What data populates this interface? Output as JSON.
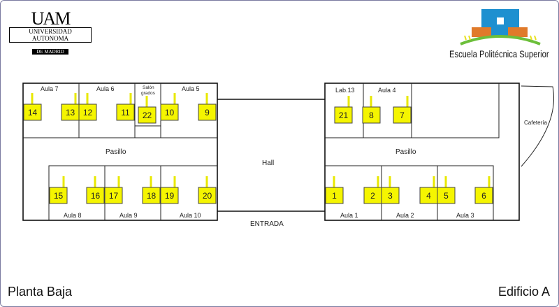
{
  "logos": {
    "uam": {
      "mark": "UAM",
      "name": "UNIVERSIDAD AUTONOMA",
      "sub": "DE MADRID"
    },
    "eps": {
      "name": "Escuela Politécnica Superior",
      "colors": {
        "blue": "#1e90d0",
        "orange": "#e07a2a",
        "green": "#6cbf3a",
        "yellow": "#e8e020"
      }
    }
  },
  "plan": {
    "rooms": {
      "aula7": "Aula 7",
      "aula6": "Aula 6",
      "salon1": "Salón",
      "salon2": "grados",
      "aula5": "Aula 5",
      "pasillo_left": "Pasillo",
      "aula8": "Aula 8",
      "aula9": "Aula 9",
      "aula10": "Aula 10",
      "hall": "Hall",
      "entrada": "ENTRADA",
      "lab13": "Lab.13",
      "aula4": "Aula 4",
      "cafeteria": "Cafetería",
      "pasillo_right": "Pasillo",
      "aula1": "Aula 1",
      "aula2": "Aula 2",
      "aula3": "Aula 3"
    },
    "markers": [
      "14",
      "13",
      "12",
      "11",
      "22",
      "10",
      "9",
      "15",
      "16",
      "17",
      "18",
      "19",
      "20",
      "21",
      "8",
      "7",
      "1",
      "2",
      "3",
      "4",
      "5",
      "6"
    ],
    "marker_color": "#f5f500"
  },
  "footer": {
    "floor": "Planta Baja",
    "building": "Edificio A"
  }
}
